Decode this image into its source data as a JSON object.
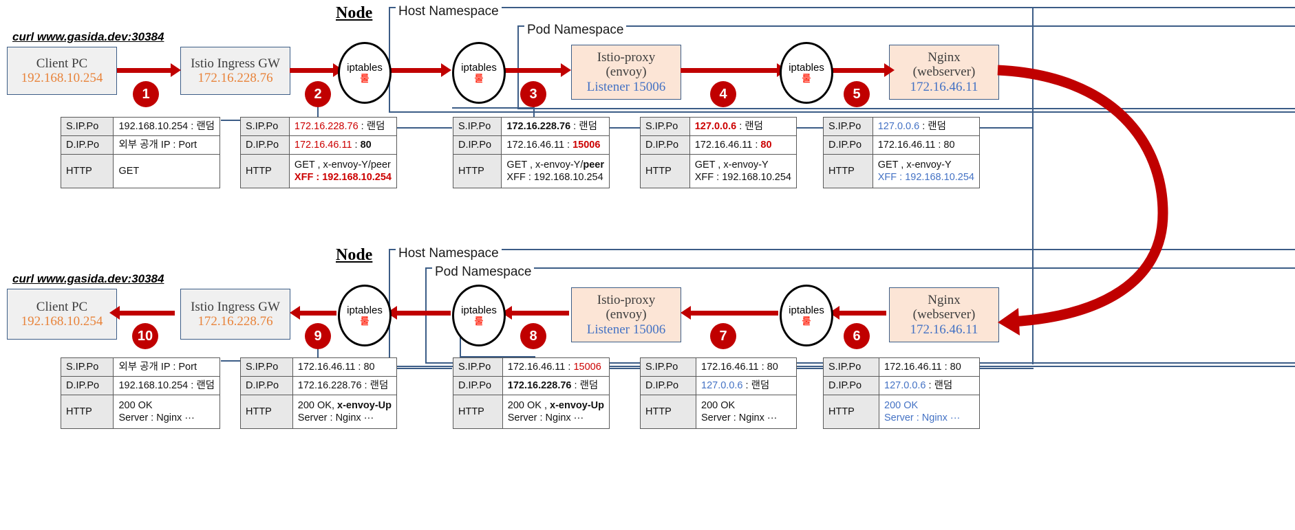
{
  "diagram": {
    "title": "Istio Ingress Gateway request/response packet flow",
    "curl_command": "curl www.gasida.dev:30384",
    "node_label": "Node",
    "host_ns_label": "Host Namespace",
    "pod_ns_label": "Pod Namespace",
    "iptables_label": "iptables",
    "iptables_rule_label": "룰",
    "colors": {
      "arrow_red": "#c00000",
      "frame_blue": "#3b5c86",
      "ip_orange": "#e8833a",
      "ip_blue": "#4472c4",
      "box_gray": "#f0f0f0",
      "box_peach": "#fce5d6",
      "value_red": "#cc0000"
    }
  },
  "request_row": {
    "nodes": {
      "client": {
        "line1": "Client PC",
        "ip": "192.168.10.254"
      },
      "ingress": {
        "line1": "Istio Ingress GW",
        "ip": "172.16.228.76"
      },
      "proxy": {
        "line1": "Istio-proxy",
        "line2": "(envoy)",
        "listener": "Listener 15006"
      },
      "nginx": {
        "line1": "Nginx",
        "line2": "(webserver)",
        "ip": "172.16.46.11"
      }
    },
    "steps": [
      "1",
      "2",
      "3",
      "4",
      "5"
    ],
    "tables": [
      {
        "id": "req-t1",
        "rows": [
          {
            "key": "S.IP.Po",
            "value": "192.168.10.254 : 랜덤"
          },
          {
            "key": "D.IP.Po",
            "value": "외부 공개 IP : Port"
          },
          {
            "key": "HTTP",
            "value": "GET"
          }
        ]
      },
      {
        "id": "req-t2",
        "rows": [
          {
            "key": "S.IP.Po",
            "value_red": "172.16.228.76",
            "value_rest": " : 랜덤"
          },
          {
            "key": "D.IP.Po",
            "value_red": "172.16.46.11",
            "value_rest": " : ",
            "value_bold": "80"
          },
          {
            "key": "HTTP",
            "line1": "GET , x-envoy-Y/peer",
            "line2_red": "XFF : 192.168.10.254"
          }
        ]
      },
      {
        "id": "req-t3",
        "rows": [
          {
            "key": "S.IP.Po",
            "value_bold": "172.16.228.76",
            "value_rest": " : 랜덤"
          },
          {
            "key": "D.IP.Po",
            "value_plain": "172.16.46.11 : ",
            "value_red": "15006"
          },
          {
            "key": "HTTP",
            "line1a": "GET , x-envoy-Y/",
            "line1b": "peer",
            "line2": "XFF : 192.168.10.254"
          }
        ]
      },
      {
        "id": "req-t4",
        "rows": [
          {
            "key": "S.IP.Po",
            "value_red": "127.0.0.6",
            "value_rest": " : 랜덤"
          },
          {
            "key": "D.IP.Po",
            "value_plain": "172.16.46.11 : ",
            "value_red": "80"
          },
          {
            "key": "HTTP",
            "line1": "GET , x-envoy-Y",
            "line2": "XFF : 192.168.10.254"
          }
        ]
      },
      {
        "id": "req-t5",
        "rows": [
          {
            "key": "S.IP.Po",
            "value_blue": "127.0.0.6",
            "value_rest": " : 랜덤"
          },
          {
            "key": "D.IP.Po",
            "value": "172.16.46.11 : 80"
          },
          {
            "key": "HTTP",
            "line1": "GET , x-envoy-Y",
            "line2_blue": "XFF : 192.168.10.254"
          }
        ]
      }
    ]
  },
  "response_row": {
    "nodes": {
      "client": {
        "line1": "Client PC",
        "ip": "192.168.10.254"
      },
      "ingress": {
        "line1": "Istio Ingress GW",
        "ip": "172.16.228.76"
      },
      "proxy": {
        "line1": "Istio-proxy",
        "line2": "(envoy)",
        "listener": "Listener 15006"
      },
      "nginx": {
        "line1": "Nginx",
        "line2": "(webserver)",
        "ip": "172.16.46.11"
      }
    },
    "steps": [
      "10",
      "9",
      "8",
      "7",
      "6"
    ],
    "tables": [
      {
        "id": "res-t10",
        "rows": [
          {
            "key": "S.IP.Po",
            "value": "외부 공개 IP : Port"
          },
          {
            "key": "D.IP.Po",
            "value": "192.168.10.254 : 랜덤"
          },
          {
            "key": "HTTP",
            "line1": "200 OK",
            "line2": "Server : Nginx ···"
          }
        ]
      },
      {
        "id": "res-t9",
        "rows": [
          {
            "key": "S.IP.Po",
            "value": "172.16.46.11 : 80"
          },
          {
            "key": "D.IP.Po",
            "value": "172.16.228.76 : 랜덤"
          },
          {
            "key": "HTTP",
            "line1a": "200 OK, ",
            "line1b": "x-envoy-Up",
            "line2": "Server : Nginx ···"
          }
        ]
      },
      {
        "id": "res-t8",
        "rows": [
          {
            "key": "S.IP.Po",
            "value_plain": "172.16.46.11 : ",
            "value_red": "15006"
          },
          {
            "key": "D.IP.Po",
            "value_bold": "172.16.228.76",
            "value_rest": " : 랜덤"
          },
          {
            "key": "HTTP",
            "line1a": "200 OK , ",
            "line1b": "x-envoy-Up",
            "line2": "Server : Nginx ···"
          }
        ]
      },
      {
        "id": "res-t7",
        "rows": [
          {
            "key": "S.IP.Po",
            "value": "172.16.46.11 : 80"
          },
          {
            "key": "D.IP.Po",
            "value_blue": "127.0.0.6",
            "value_rest": " : 랜덤"
          },
          {
            "key": "HTTP",
            "line1": "200 OK",
            "line2": "Server : Nginx ···"
          }
        ]
      },
      {
        "id": "res-t6",
        "rows": [
          {
            "key": "S.IP.Po",
            "value": "172.16.46.11 : 80"
          },
          {
            "key": "D.IP.Po",
            "value_blue": "127.0.0.6",
            "value_rest": " : 랜덤"
          },
          {
            "key": "HTTP",
            "line1_blue": "200 OK",
            "line2_blue": "Server : Nginx ···"
          }
        ]
      }
    ]
  }
}
